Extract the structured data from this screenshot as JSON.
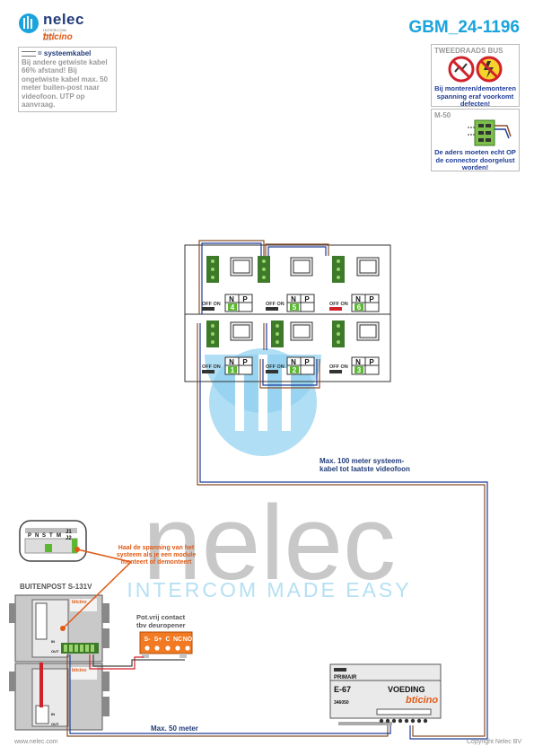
{
  "header": {
    "brand_name": "nelec",
    "brand_tagline": "INTERCOM MADE EASY",
    "brand_sub": "bticino",
    "doc_id": "GBM_24-1196"
  },
  "note": {
    "cable_label": "= systeemkabel",
    "text": "Bij andere getwiste kabel 66% afstand! Bij ongetwiste kabel max. 50 meter buiten-post naar videofoon. UTP op aanvraag."
  },
  "bus_box": {
    "title": "TWEEDRAADS BUS",
    "text": "Bij monteren/demonteren spanning eraf voorkomt defecten!"
  },
  "m50_box": {
    "title": "M-50",
    "text": "De aders moeten echt OP de connector doorgelust worden!"
  },
  "watermark": {
    "word": "nelec",
    "tagline": "INTERCOM MADE EASY"
  },
  "monitors": [
    {
      "switch": "OFF ON",
      "n": "N",
      "p": "P",
      "num": "4"
    },
    {
      "switch": "OFF ON",
      "n": "N",
      "p": "P",
      "num": "5"
    },
    {
      "switch": "OFF ON",
      "n": "N",
      "p": "P",
      "num": "6"
    },
    {
      "switch": "OFF ON",
      "n": "N",
      "p": "P",
      "num": "1"
    },
    {
      "switch": "OFF ON",
      "n": "N",
      "p": "P",
      "num": "2"
    },
    {
      "switch": "OFF ON",
      "n": "N",
      "p": "P",
      "num": "3"
    }
  ],
  "labels": {
    "max100_line1": "Max. 100 meter systeem-",
    "max100_line2": "kabel tot laatste videofoon",
    "spanning_line1": "Haal de spanning van het",
    "spanning_line2": "systeem als je een module",
    "spanning_line3": "monteert of demonteert",
    "buitenpost": "BUITENPOST S-131V",
    "potvrij_line1": "Pot.vrij contact",
    "potvrij_line2": "tbv deuropener",
    "max50": "Max. 50 meter"
  },
  "dip": {
    "labels": [
      "P",
      "N",
      "S",
      "T",
      "M",
      "J1",
      "J2"
    ]
  },
  "relay": {
    "terminals": [
      "S-",
      "S+",
      "C",
      "NC",
      "NO"
    ]
  },
  "psu": {
    "model": "E-67",
    "title": "VOEDING",
    "primair": "PRIMAIR",
    "code": "346050",
    "brand": "bticino"
  },
  "module": {
    "brand": "bticino",
    "in": "IN",
    "out": "OUT"
  },
  "footer": {
    "left": "www.nelec.com",
    "right": "Copyright Nelec BV"
  }
}
